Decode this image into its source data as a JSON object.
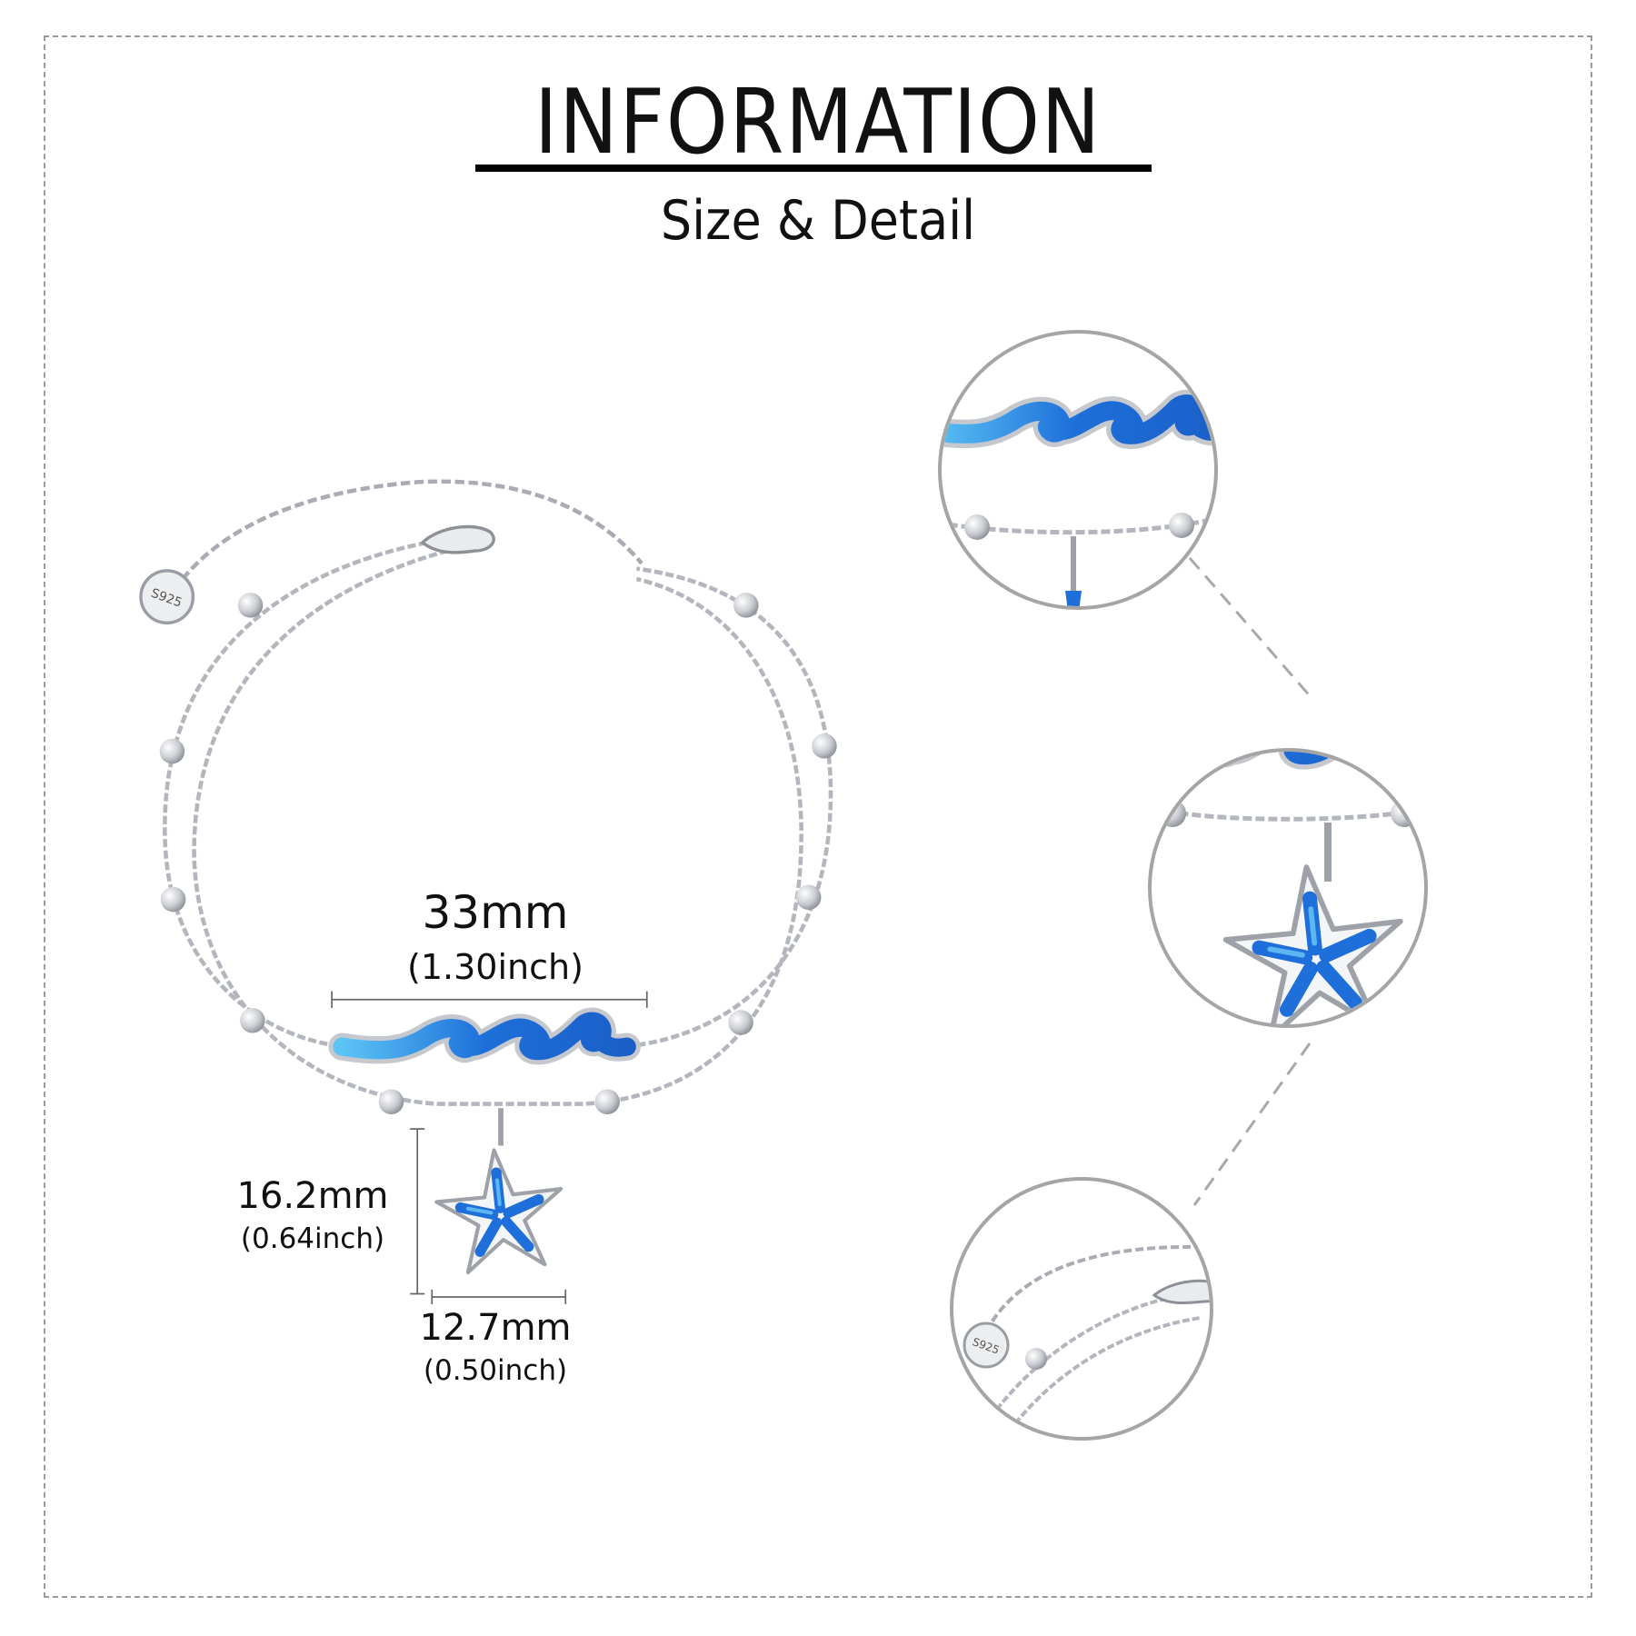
{
  "header": {
    "title": "INFORMATION",
    "subtitle": "Size & Detail"
  },
  "product": {
    "tag_text": "S925",
    "colors": {
      "opal_blue": "#1e6fd9",
      "opal_light": "#4fb3f0",
      "silver": "#b9bdc3",
      "frame": "#9a9a9a"
    }
  },
  "dimensions": {
    "wave_width": {
      "mm": "33mm",
      "inch": "(1.30inch)"
    },
    "star_height": {
      "mm": "16.2mm",
      "inch": "(0.64inch)"
    },
    "star_width": {
      "mm": "12.7mm",
      "inch": "(0.50inch)"
    }
  },
  "detail_views": [
    {
      "name": "wave-detail"
    },
    {
      "name": "starfish-detail"
    },
    {
      "name": "clasp-detail"
    }
  ]
}
